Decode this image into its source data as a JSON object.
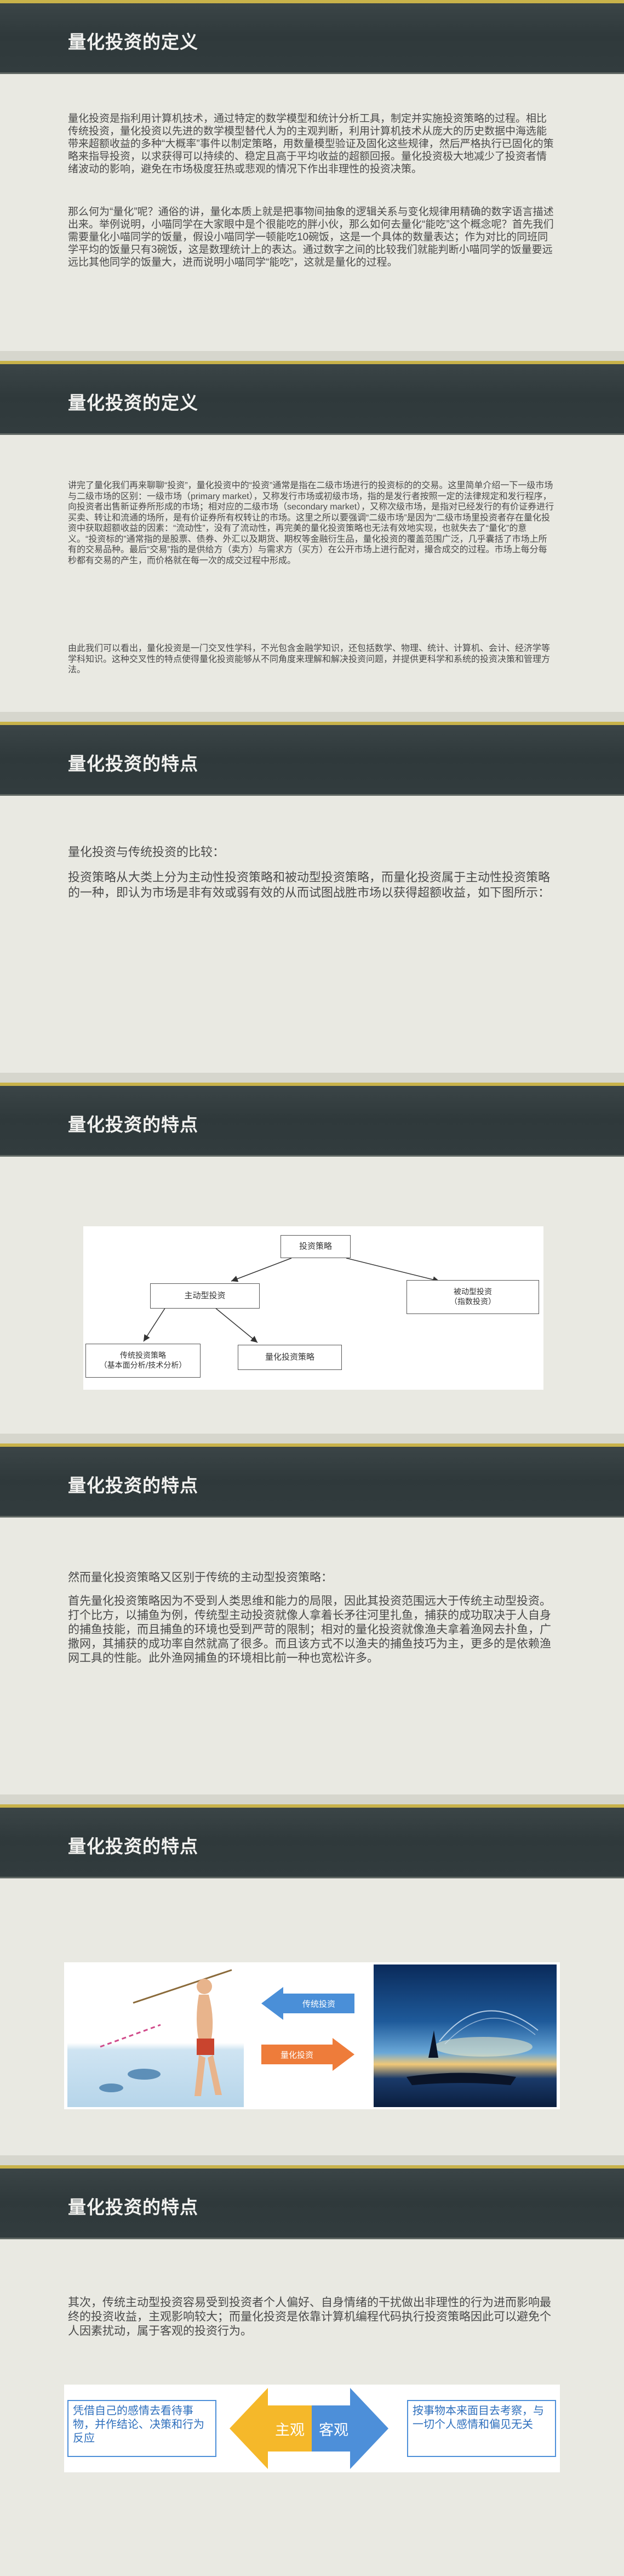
{
  "slides": [
    {
      "title": "量化投资的定义",
      "paragraphs": [
        "量化投资是指利用计算机技术，通过特定的数学模型和统计分析工具，制定并实施投资策略的过程。相比传统投资，量化投资以先进的数学模型替代人为的主观判断，利用计算机技术从庞大的历史数据中海选能带来超额收益的多种“大概率”事件以制定策略，用数量模型验证及固化这些规律，然后严格执行已固化的策略来指导投资，以求获得可以持续的、稳定且高于平均收益的超额回报。量化投资极大地减少了投资者情绪波动的影响，避免在市场极度狂热或悲观的情况下作出非理性的投资决策。",
        "那么何为“量化”呢？通俗的讲，量化本质上就是把事物间抽象的逻辑关系与变化规律用精确的数字语言描述出来。举例说明，小喵同学在大家眼中是个很能吃的胖小伙，那么如何去量化“能吃”这个概念呢？首先我们需要量化小喵同学的饭量，假设小喵同学一顿能吃10碗饭，这是一个具体的数量表达；作为对比的同班同学平均的饭量只有3碗饭，这是数理统计上的表达。通过数字之间的比较我们就能判断小喵同学的饭量要远远比其他同学的饭量大，进而说明小喵同学“能吃”，这就是量化的过程。"
      ]
    },
    {
      "title": "量化投资的定义",
      "paragraphs": [
        "讲完了量化我们再来聊聊“投资”，量化投资中的“投资”通常是指在二级市场进行的投资标的的交易。这里简单介绍一下一级市场与二级市场的区别：一级市场（primary market），又称发行市场或初级市场，指的是发行者按照一定的法律规定和发行程序，向投资者出售新证券所形成的市场；相对应的二级市场（secondary market），又称次级市场，是指对已经发行的有价证券进行买卖、转让和流通的场所，是有价证券所有权转让的市场。这里之所以要强调“二级市场”是因为“二级市场里投资者存在量化投资中获取超额收益的因素：“流动性”，没有了流动性，再完美的量化投资策略也无法有效地实现，也就失去了“量化”的意义。“投资标的”通常指的是股票、债券、外汇以及期货、期权等金融衍生品，量化投资的覆盖范围广泛，几乎囊括了市场上所有的交易品种。最后“交易”指的是供给方（卖方）与需求方（买方）在公开市场上进行配对，撮合成交的过程。市场上每分每秒都有交易的产生，而价格就在每一次的成交过程中形成。",
        "由此我们可以看出，量化投资是一门交叉性学科，不光包含金融学知识，还包括数学、物理、统计、计算机、会计、经济学等学科知识。这种交叉性的特点使得量化投资能够从不同角度来理解和解决投资问题，并提供更科学和系统的投资决策和管理方法。"
      ]
    },
    {
      "title": "量化投资的特点",
      "subtitle": "量化投资与传统投资的比较：",
      "paragraphs": [
        "投资策略从大类上分为主动性投资策略和被动型投资策略，而量化投资属于主动性投资策略的一种，即认为市场是非有效或弱有效的从而试图战胜市场以获得超额收益，如下图所示："
      ]
    },
    {
      "title": "量化投资的特点",
      "diagram": {
        "root": "投资策略",
        "active": "主动型投资",
        "passive": "被动型投资\n（指数投资）",
        "traditional": "传统投资策略\n（基本面分析/技术分析）",
        "quant": "量化投资策略"
      }
    },
    {
      "title": "量化投资的特点",
      "subtitle": "然而量化投资策略又区别于传统的主动型投资策略：",
      "paragraphs": [
        "首先量化投资策略因为不受到人类思维和能力的局限，因此其投资范围远大于传统主动型投资。打个比方，以捕鱼为例，传统型主动投资就像人拿着长矛往河里扎鱼，捕获的成功取决于人自身的捕鱼技能，而且捕鱼的环境也受到严苛的限制；相对的量化投资就像渔夫拿着渔网去扑鱼，广撒网，其捕获的成功率自然就高了很多。而且该方式不以渔夫的捕鱼技巧为主，更多的是依赖渔网工具的性能。此外渔网捕鱼的环境相比前一种也宽松许多。"
      ]
    },
    {
      "title": "量化投资的特点",
      "arrows": {
        "traditional": "传统投资",
        "quant": "量化投资"
      },
      "colors": {
        "blue": "#4a8fd8",
        "orange": "#ee7c3a"
      }
    },
    {
      "title": "量化投资的特点",
      "paragraphs": [
        "其次，传统主动型投资容易受到投资者个人偏好、自身情绪的干扰做出非理性的行为进而影响最终的投资收益，主观影响较大；而量化投资是依靠计算机编程代码执行投资策略因此可以避免个人因素扰动，属于客观的投资行为。"
      ],
      "left_box": "凭借自己的感情去看待事物，并作结论、决策和行为反应",
      "subjective": "主观",
      "objective": "客观",
      "right_box": "按事物本来面目去考察，与一切个人感情和偏见无关",
      "colors": {
        "yellow": "#f5b82a",
        "blue": "#4d8fd9"
      }
    }
  ]
}
